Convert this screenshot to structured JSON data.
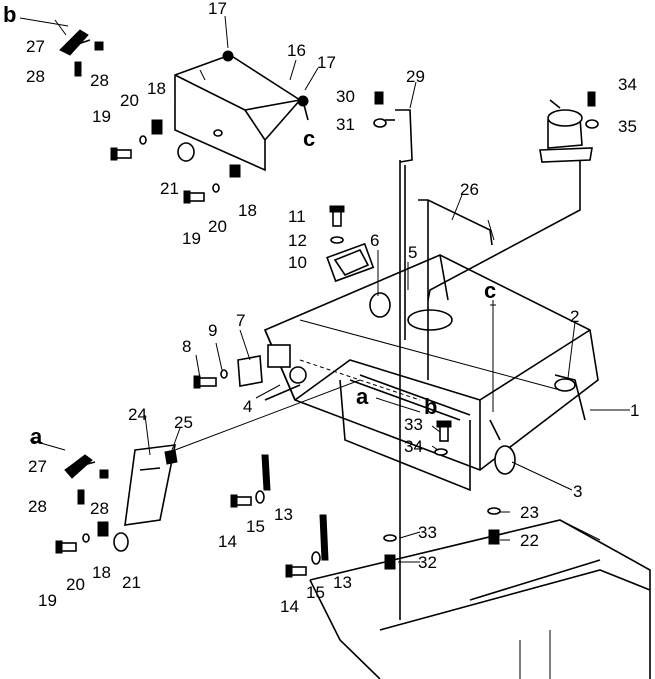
{
  "diagram": {
    "part_labels": [
      "1",
      "2",
      "3",
      "4",
      "5",
      "6",
      "7",
      "8",
      "9",
      "10",
      "11",
      "12",
      "13",
      "13",
      "14",
      "14",
      "15",
      "15",
      "16",
      "17",
      "17",
      "18",
      "18",
      "18",
      "19",
      "19",
      "19",
      "20",
      "20",
      "20",
      "21",
      "21",
      "22",
      "23",
      "24",
      "25",
      "26",
      "27",
      "27",
      "28",
      "28",
      "28",
      "28",
      "29",
      "30",
      "31",
      "32",
      "33",
      "33",
      "34",
      "34",
      "35"
    ],
    "view_letters": {
      "a_top": "a",
      "a_left": "a",
      "b_top": "b",
      "b_mid": "b",
      "c_top": "c",
      "c_mid": "c"
    }
  },
  "labels": {
    "l1": "1",
    "l2": "2",
    "l3": "3",
    "l4": "4",
    "l5": "5",
    "l6": "6",
    "l7": "7",
    "l8": "8",
    "l9": "9",
    "l10": "10",
    "l11": "11",
    "l12": "12",
    "l13a": "13",
    "l13b": "13",
    "l14a": "14",
    "l14b": "14",
    "l15a": "15",
    "l15b": "15",
    "l16": "16",
    "l17a": "17",
    "l17b": "17",
    "l18a": "18",
    "l18b": "18",
    "l18c": "18",
    "l19a": "19",
    "l19b": "19",
    "l19c": "19",
    "l20a": "20",
    "l20b": "20",
    "l20c": "20",
    "l21a": "21",
    "l21b": "21",
    "l22": "22",
    "l23": "23",
    "l24": "24",
    "l25": "25",
    "l26": "26",
    "l27a": "27",
    "l27b": "27",
    "l28a": "28",
    "l28b": "28",
    "l28c": "28",
    "l28d": "28",
    "l29": "29",
    "l30": "30",
    "l31": "31",
    "l32": "32",
    "l33a": "33",
    "l33b": "33",
    "l34a": "34",
    "l34b": "34",
    "l35": "35",
    "va": "a",
    "va2": "a",
    "vb": "b",
    "vb2": "b",
    "vc": "c",
    "vc2": "c"
  }
}
